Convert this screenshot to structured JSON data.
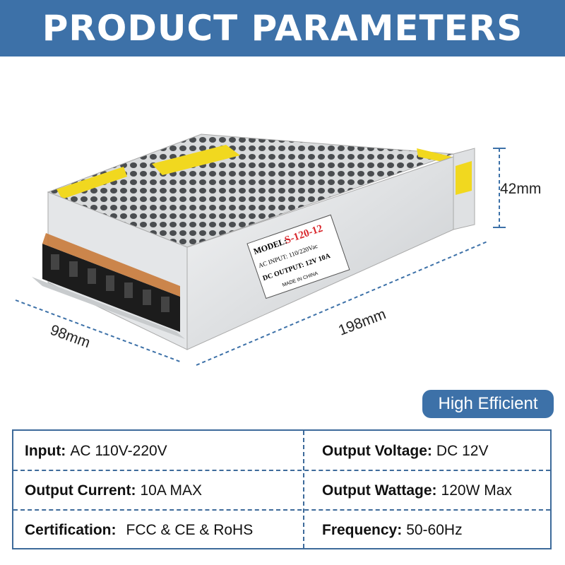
{
  "header": {
    "title": "PRODUCT PARAMETERS"
  },
  "product": {
    "label": {
      "model_prefix": "MODEL:",
      "model": "S-120-12",
      "ac_input": "AC INPUT: 110/220Vac",
      "dc_output": "DC OUTPUT: 12V 10A",
      "origin": "MADE IN CHINA"
    },
    "dimensions": {
      "height": "42mm",
      "length": "198mm",
      "width": "98mm"
    }
  },
  "badge": {
    "label": "High Efficient"
  },
  "specs": [
    {
      "label": "Input:",
      "value": "AC 110V-220V"
    },
    {
      "label": "Output Voltage:",
      "value": "DC 12V"
    },
    {
      "label": "Output Current:",
      "value": "10A MAX"
    },
    {
      "label": "Output Wattage:",
      "value": "120W Max"
    },
    {
      "label": "Certification:",
      "value": "FCC & CE & RoHS"
    },
    {
      "label": "Frequency:",
      "value": "50-60Hz"
    }
  ],
  "colors": {
    "brand": "#3d71a8",
    "model_red": "#d8262b"
  }
}
